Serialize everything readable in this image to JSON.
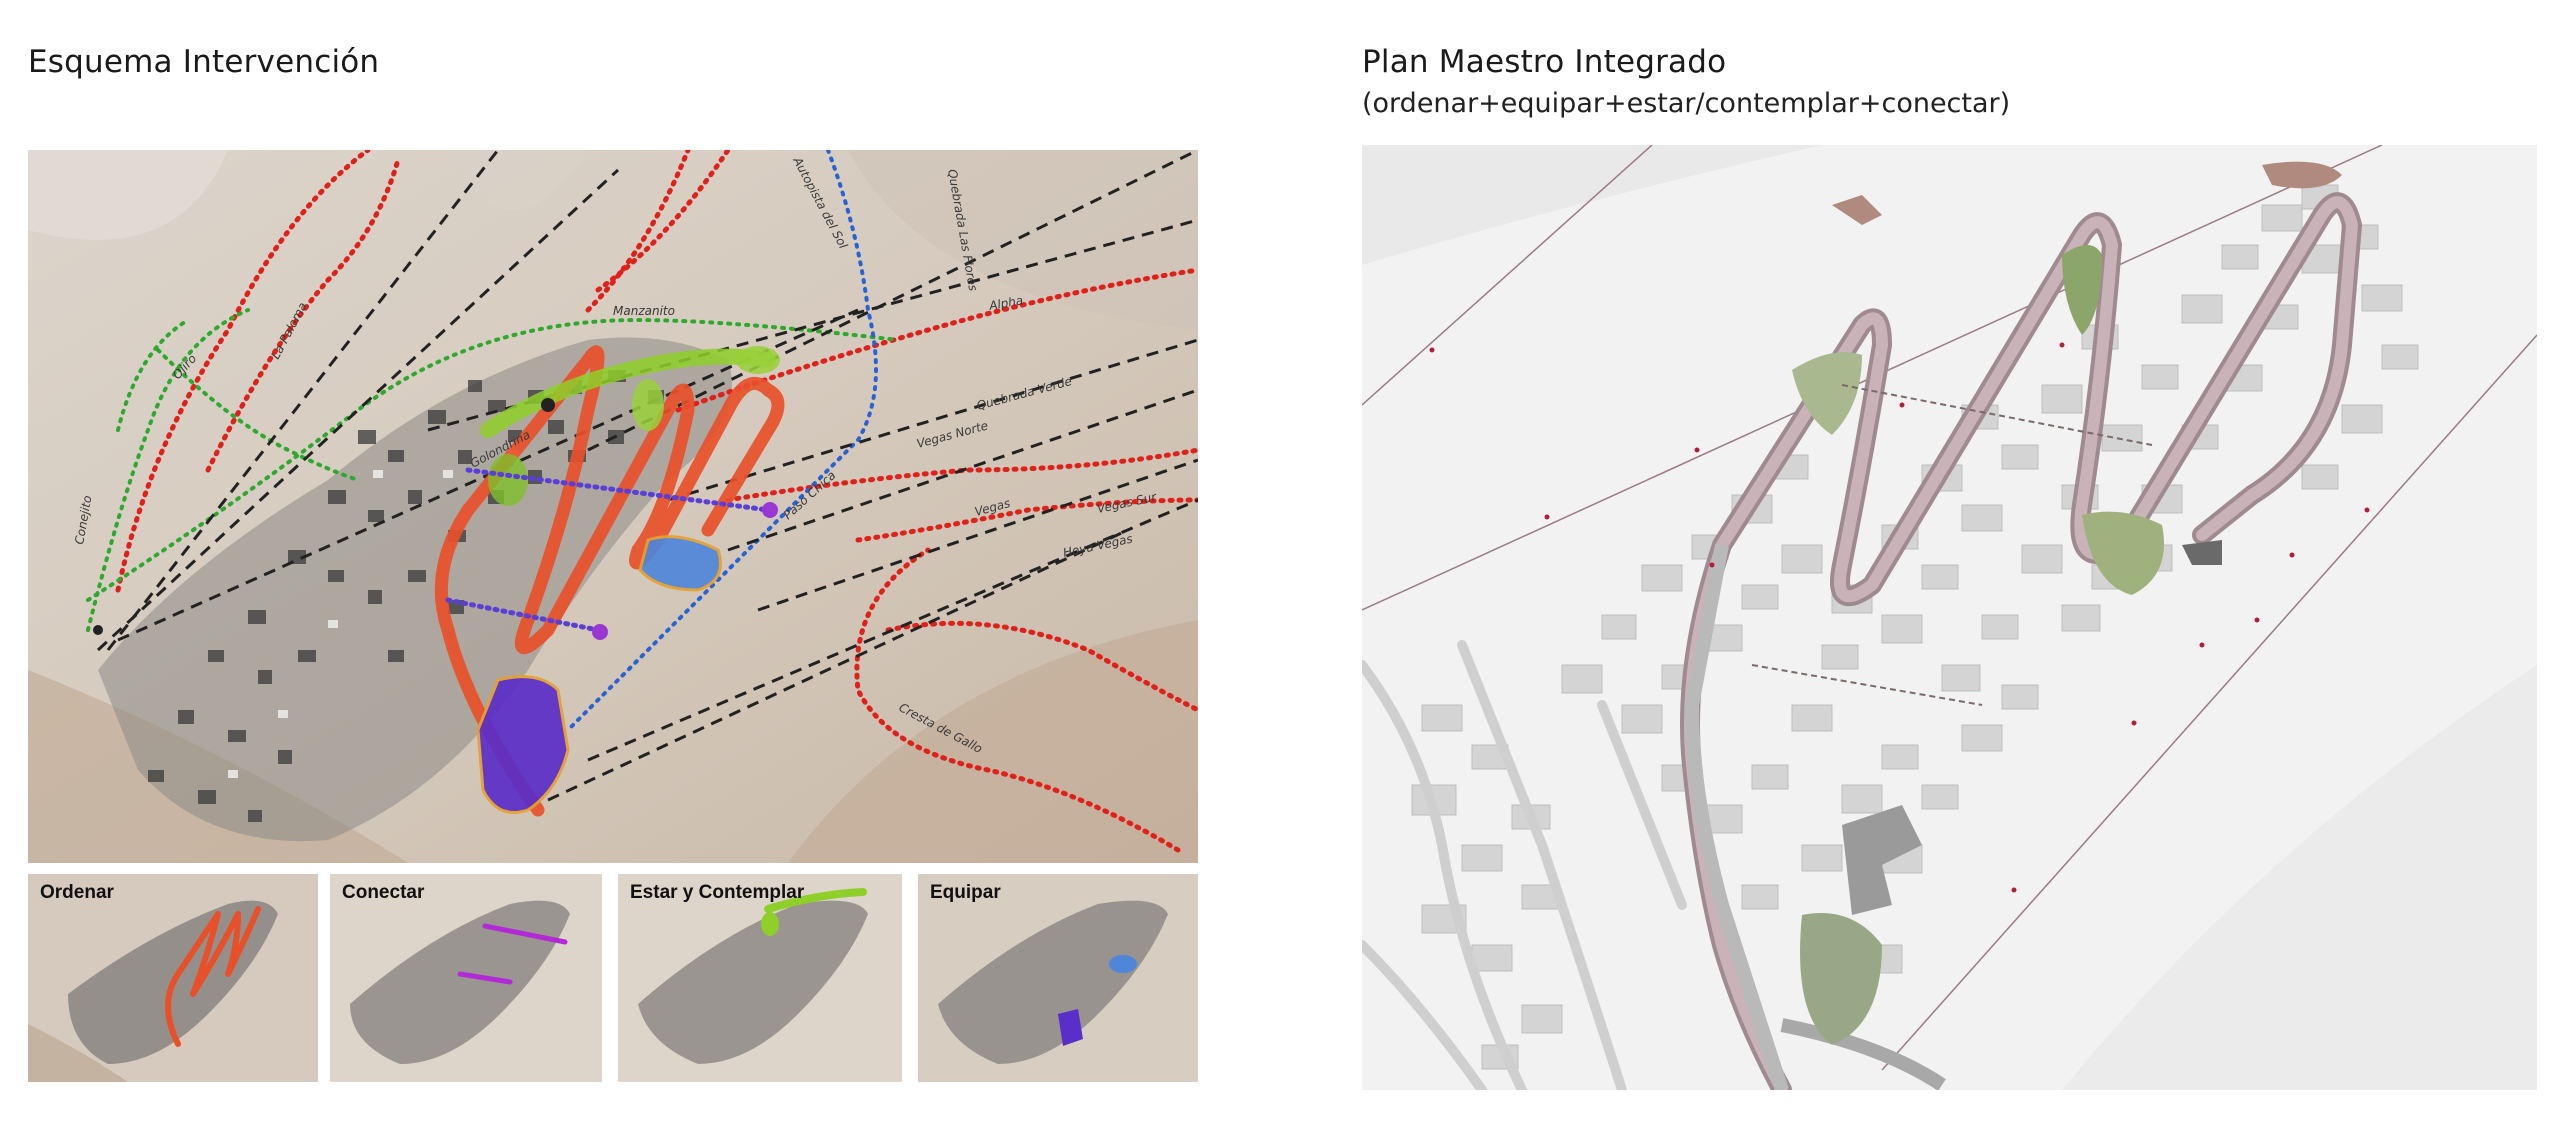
{
  "left": {
    "title": "Esquema Intervención",
    "map_labels": [
      "Autopista del Sol",
      "Quebrada Las Flores",
      "La Paloma",
      "Ojiro",
      "Manzanito",
      "Alpha",
      "Quebrada Verde",
      "Golondrina",
      "Vegas Norte",
      "Vegas",
      "Vegas Sur",
      "Hoya Vegas",
      "Paso Chica",
      "Conejito",
      "Cresta de Gallo"
    ],
    "thumbnails": [
      {
        "label": "Ordenar"
      },
      {
        "label": "Conectar"
      },
      {
        "label": "Estar y Contemplar"
      },
      {
        "label": "Equipar"
      }
    ]
  },
  "right": {
    "title": "Plan Maestro Integrado",
    "subtitle": "(ordenar+equipar+estar/contemplar+conectar)"
  },
  "colors": {
    "ordenar": "#e8502a",
    "conectar": "#5a3fd6",
    "estar": "#8fcf2a",
    "equipar": "#5a2ec8",
    "equipar_light": "#4f86d9",
    "ridge_red": "#e0201a",
    "path_green": "#2ea82e",
    "path_blue": "#2a62d6",
    "path_black": "#222222"
  }
}
